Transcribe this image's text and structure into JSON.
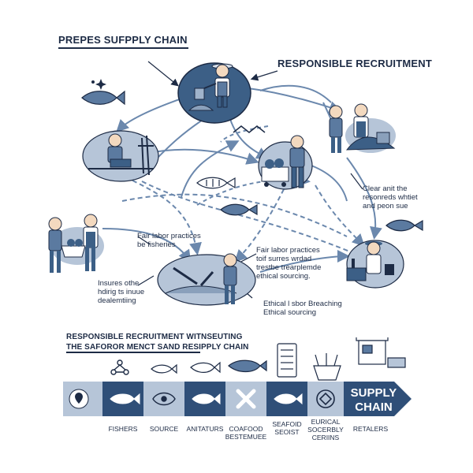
{
  "diagram": {
    "title": "PREPES SUFPPLY CHAIN",
    "subtitle_right": "RESPONSIBLE RECRUITMENT",
    "notes": {
      "clear": [
        "Clear anit the",
        "resonreds whtiet",
        "and peon sue"
      ],
      "fair_left": [
        "Fair labor practices",
        "be fisheries"
      ],
      "fair_right": [
        "Fair labor practices",
        "toif surres wrdad",
        "trestbe trearplemde",
        "ethical sourcing."
      ],
      "insures": [
        "Insures othe",
        "hdirig ts inuue",
        "dealemtiing"
      ],
      "ethical": [
        "Ethical l sbor Breaching",
        "Ethical sourcing"
      ]
    }
  },
  "bottom": {
    "heading_lines": [
      "RESPONSIBLE RECRUITMENT WITNSEUTING",
      "THE SAFOROR MENCT SAND RESIPPLY CHAIN"
    ],
    "arrow_text": [
      "SUPPLY",
      "CHAIN"
    ],
    "stages": [
      {
        "label": [
          "FISHERS"
        ],
        "icon": "fish-icon"
      },
      {
        "label": [
          "SOURCE"
        ],
        "icon": "eye-fish-icon"
      },
      {
        "label": [
          "ANITATURS"
        ],
        "icon": "fish-icon"
      },
      {
        "label": [
          "COAFOOD",
          "BESTEMUEE"
        ],
        "icon": "cross-icon"
      },
      {
        "label": [
          "SEAFOID",
          "SEOIST"
        ],
        "icon": "fish-icon"
      },
      {
        "label": [
          "EURICAL",
          "SOCERBLY",
          "CERIINS"
        ],
        "icon": "cycle-icon"
      },
      {
        "label": [
          "RETALERS"
        ],
        "icon": "shop-icon"
      }
    ],
    "colors": {
      "dark": "#2f4f78",
      "light": "#b6c5d8",
      "text": "#1d2b45"
    }
  }
}
